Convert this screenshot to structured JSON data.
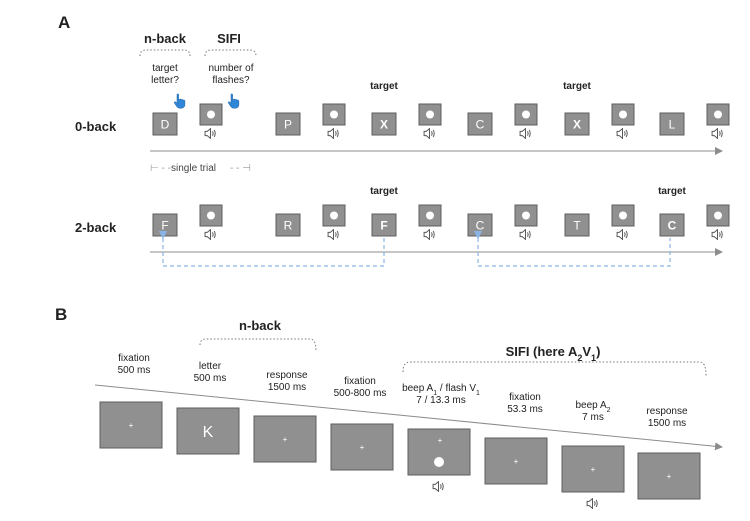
{
  "colors": {
    "box": "#909090",
    "box_border": "#5e5e5e",
    "dashed_link": "#8ab4e6",
    "hand_icon": "#2f86d6",
    "axis": "#8c8c8c",
    "text": "#222222"
  },
  "panel_a": {
    "label": "A",
    "header_nback": "n-back",
    "header_sifi": "SIFI",
    "prompt_nback_1": "target",
    "prompt_nback_2": "letter?",
    "prompt_sifi_1": "number of",
    "prompt_sifi_2": "flashes?",
    "single_trial": "single trial",
    "row0": {
      "label": "0-back",
      "letters": [
        "D",
        "P",
        "X",
        "C",
        "X",
        "L"
      ],
      "targets": [
        false,
        false,
        true,
        false,
        true,
        false
      ],
      "target_label": "target"
    },
    "row2": {
      "label": "2-back",
      "letters": [
        "F",
        "R",
        "F",
        "C",
        "T",
        "C"
      ],
      "targets": [
        false,
        false,
        true,
        false,
        false,
        true
      ],
      "target_label": "target"
    },
    "icons": [
      "pointing-hand-icon",
      "speaker-icon",
      "flash-dot-icon"
    ]
  },
  "panel_b": {
    "label": "B",
    "nback_label": "n-back",
    "sifi_label_main": "SIFI (here A",
    "sifi_sub_a": "2",
    "sifi_label_mid": "V",
    "sifi_sub_v": "1",
    "sifi_label_end": ")",
    "letter_shown": "K",
    "steps": [
      {
        "name": "fixation-step",
        "line1": "fixation",
        "line2": "500 ms"
      },
      {
        "name": "letter-step",
        "line1": "letter",
        "line2": "500 ms"
      },
      {
        "name": "response-step-1",
        "line1": "response",
        "line2": "1500 ms"
      },
      {
        "name": "fixation-step-2",
        "line1": "fixation",
        "line2": "500-800 ms"
      },
      {
        "name": "beep-flash-step",
        "line1a": "beep A",
        "sub1": "1",
        "line1b": " / flash V",
        "sub2": "1",
        "line2": "7 / 13.3 ms"
      },
      {
        "name": "fixation-step-3",
        "line1": "fixation",
        "line2": "53.3 ms"
      },
      {
        "name": "beep-step",
        "line1a": "beep A",
        "sub1": "2",
        "line2": "7 ms"
      },
      {
        "name": "response-step-2",
        "line1": "response",
        "line2": "1500 ms"
      }
    ]
  }
}
